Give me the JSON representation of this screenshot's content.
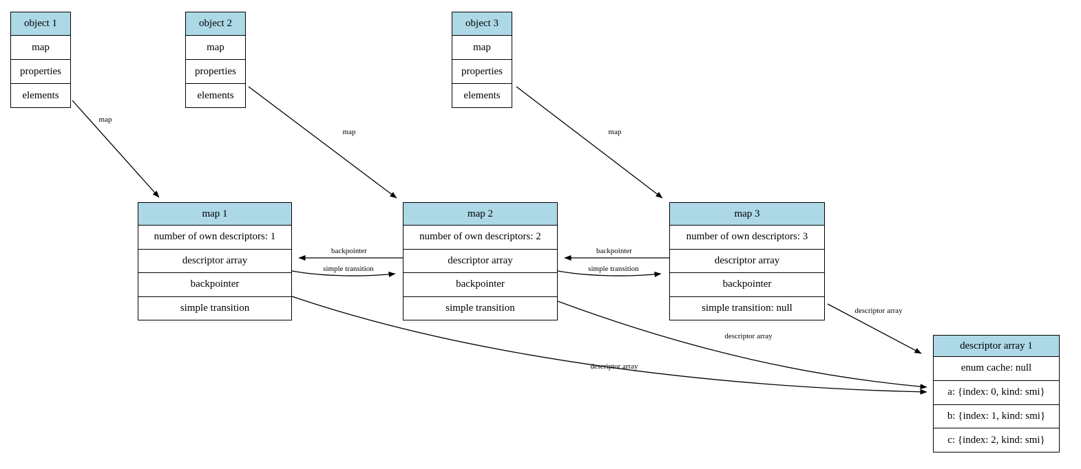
{
  "diagram": {
    "description": "object map transition diagram",
    "colors": {
      "header_fill": "#ADD8E6",
      "border": "#000000",
      "background": "#ffffff"
    },
    "objects": [
      {
        "title": "object 1",
        "rows": [
          "map",
          "properties",
          "elements"
        ]
      },
      {
        "title": "object 2",
        "rows": [
          "map",
          "properties",
          "elements"
        ]
      },
      {
        "title": "object 3",
        "rows": [
          "map",
          "properties",
          "elements"
        ]
      }
    ],
    "maps": [
      {
        "title": "map 1",
        "rows": [
          "number of own descriptors: 1",
          "descriptor array",
          "backpointer",
          "simple transition"
        ]
      },
      {
        "title": "map 2",
        "rows": [
          "number of own descriptors: 2",
          "descriptor array",
          "backpointer",
          "simple transition"
        ]
      },
      {
        "title": "map 3",
        "rows": [
          "number of own descriptors: 3",
          "descriptor array",
          "backpointer",
          "simple transition: null"
        ]
      }
    ],
    "descriptor_array": {
      "title": "descriptor array 1",
      "rows": [
        "enum cache: null",
        "a: {index: 0, kind: smi}",
        "b: {index: 1, kind: smi}",
        "c: {index: 2, kind: smi}"
      ]
    },
    "edge_labels": {
      "object1_map": "map",
      "object2_map": "map",
      "object3_map": "map",
      "backpointer_2_1": "backpointer",
      "transition_1_2": "simple transition",
      "backpointer_3_2": "backpointer",
      "transition_2_3": "simple transition",
      "map1_descriptor_array": "descriptor array",
      "map2_descriptor_array": "descriptor array",
      "map3_descriptor_array": "descriptor array"
    }
  }
}
